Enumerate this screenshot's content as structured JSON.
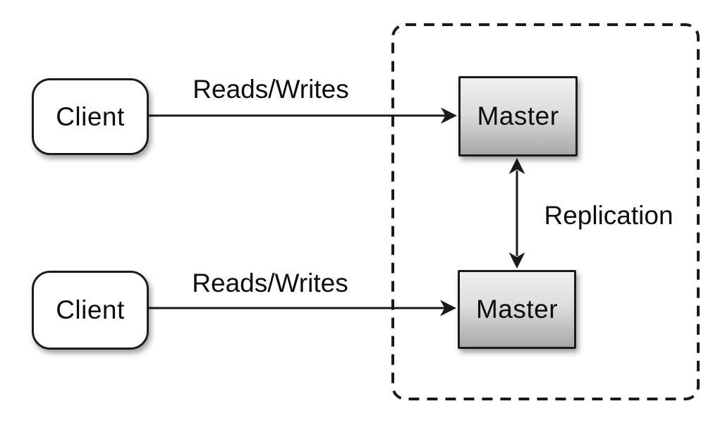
{
  "diagram": {
    "title": "master-master-replication",
    "group": {
      "style": "dashed-rounded-rectangle"
    },
    "nodes": {
      "client_top": {
        "label": "Client"
      },
      "client_bottom": {
        "label": "Client"
      },
      "master_top": {
        "label": "Master"
      },
      "master_bottom": {
        "label": "Master"
      }
    },
    "edges": {
      "reads_writes_top": {
        "label": "Reads/Writes",
        "from": "client_top",
        "to": "master_top",
        "direction": "one-way"
      },
      "reads_writes_bottom": {
        "label": "Reads/Writes",
        "from": "client_bottom",
        "to": "master_bottom",
        "direction": "one-way"
      },
      "replication": {
        "label": "Replication",
        "from": "master_top",
        "to": "master_bottom",
        "direction": "two-way"
      }
    },
    "colors": {
      "background": "#ffffff",
      "stroke": "#1a1a1a",
      "client_fill": "#ffffff",
      "master_fill_top": "#f0f0f0",
      "master_fill_bottom": "#a8a8a8",
      "text": "#0d0d0d"
    }
  }
}
